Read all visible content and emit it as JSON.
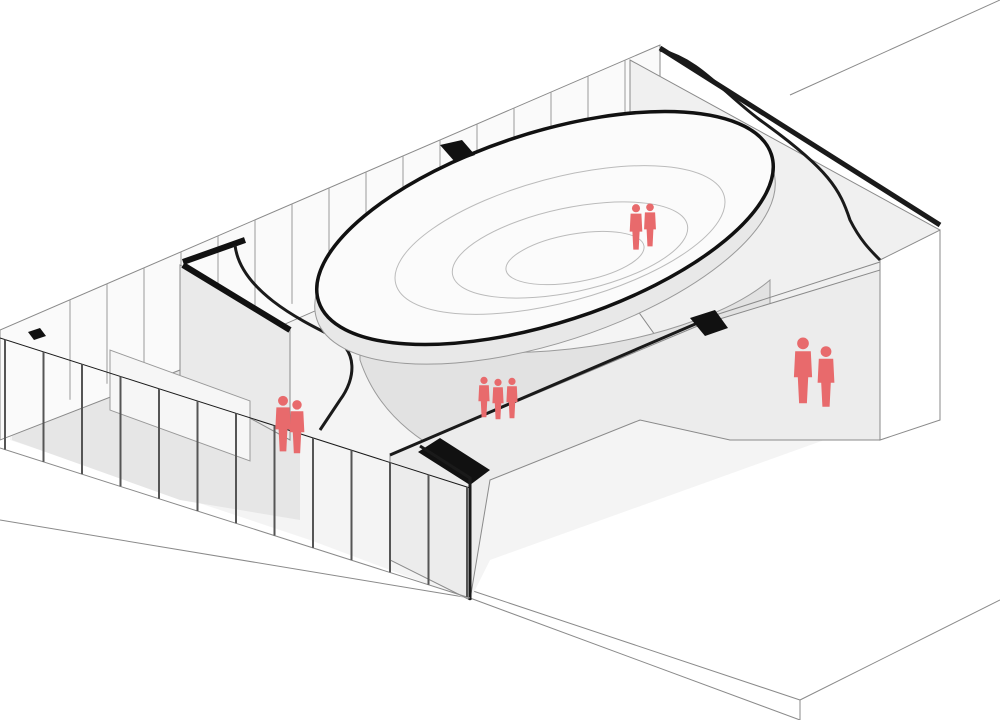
{
  "diagram": {
    "type": "axonometric architectural drawing",
    "colors": {
      "line": "#1a1a1a",
      "thin_line": "#8a8a8a",
      "wall_fill": "#f2f2f2",
      "floor_fill": "#e6e6e6",
      "shadow_fill": "#d9d9d9",
      "figure": "#e86a6c",
      "background": "#ffffff"
    },
    "figure_groups": [
      {
        "count": 2
      },
      {
        "count": 2
      },
      {
        "count": 3
      },
      {
        "count": 2
      }
    ]
  }
}
